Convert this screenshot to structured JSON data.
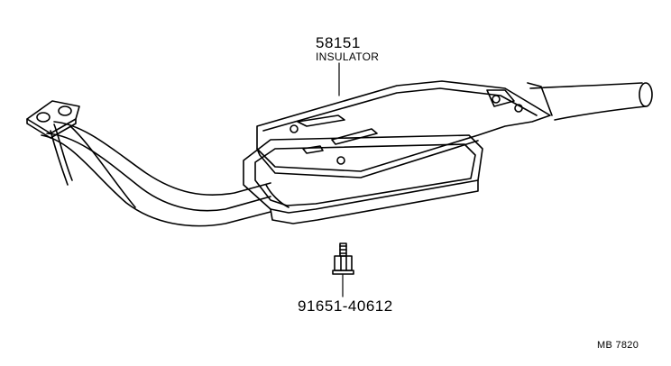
{
  "callouts": {
    "insulator": {
      "part_number": "58151",
      "name": "INSULATOR"
    },
    "bolt": {
      "part_number": "91651-40612"
    }
  },
  "drawing_code": "MB 7820",
  "colors": {
    "line": "#000000",
    "background": "#ffffff"
  }
}
